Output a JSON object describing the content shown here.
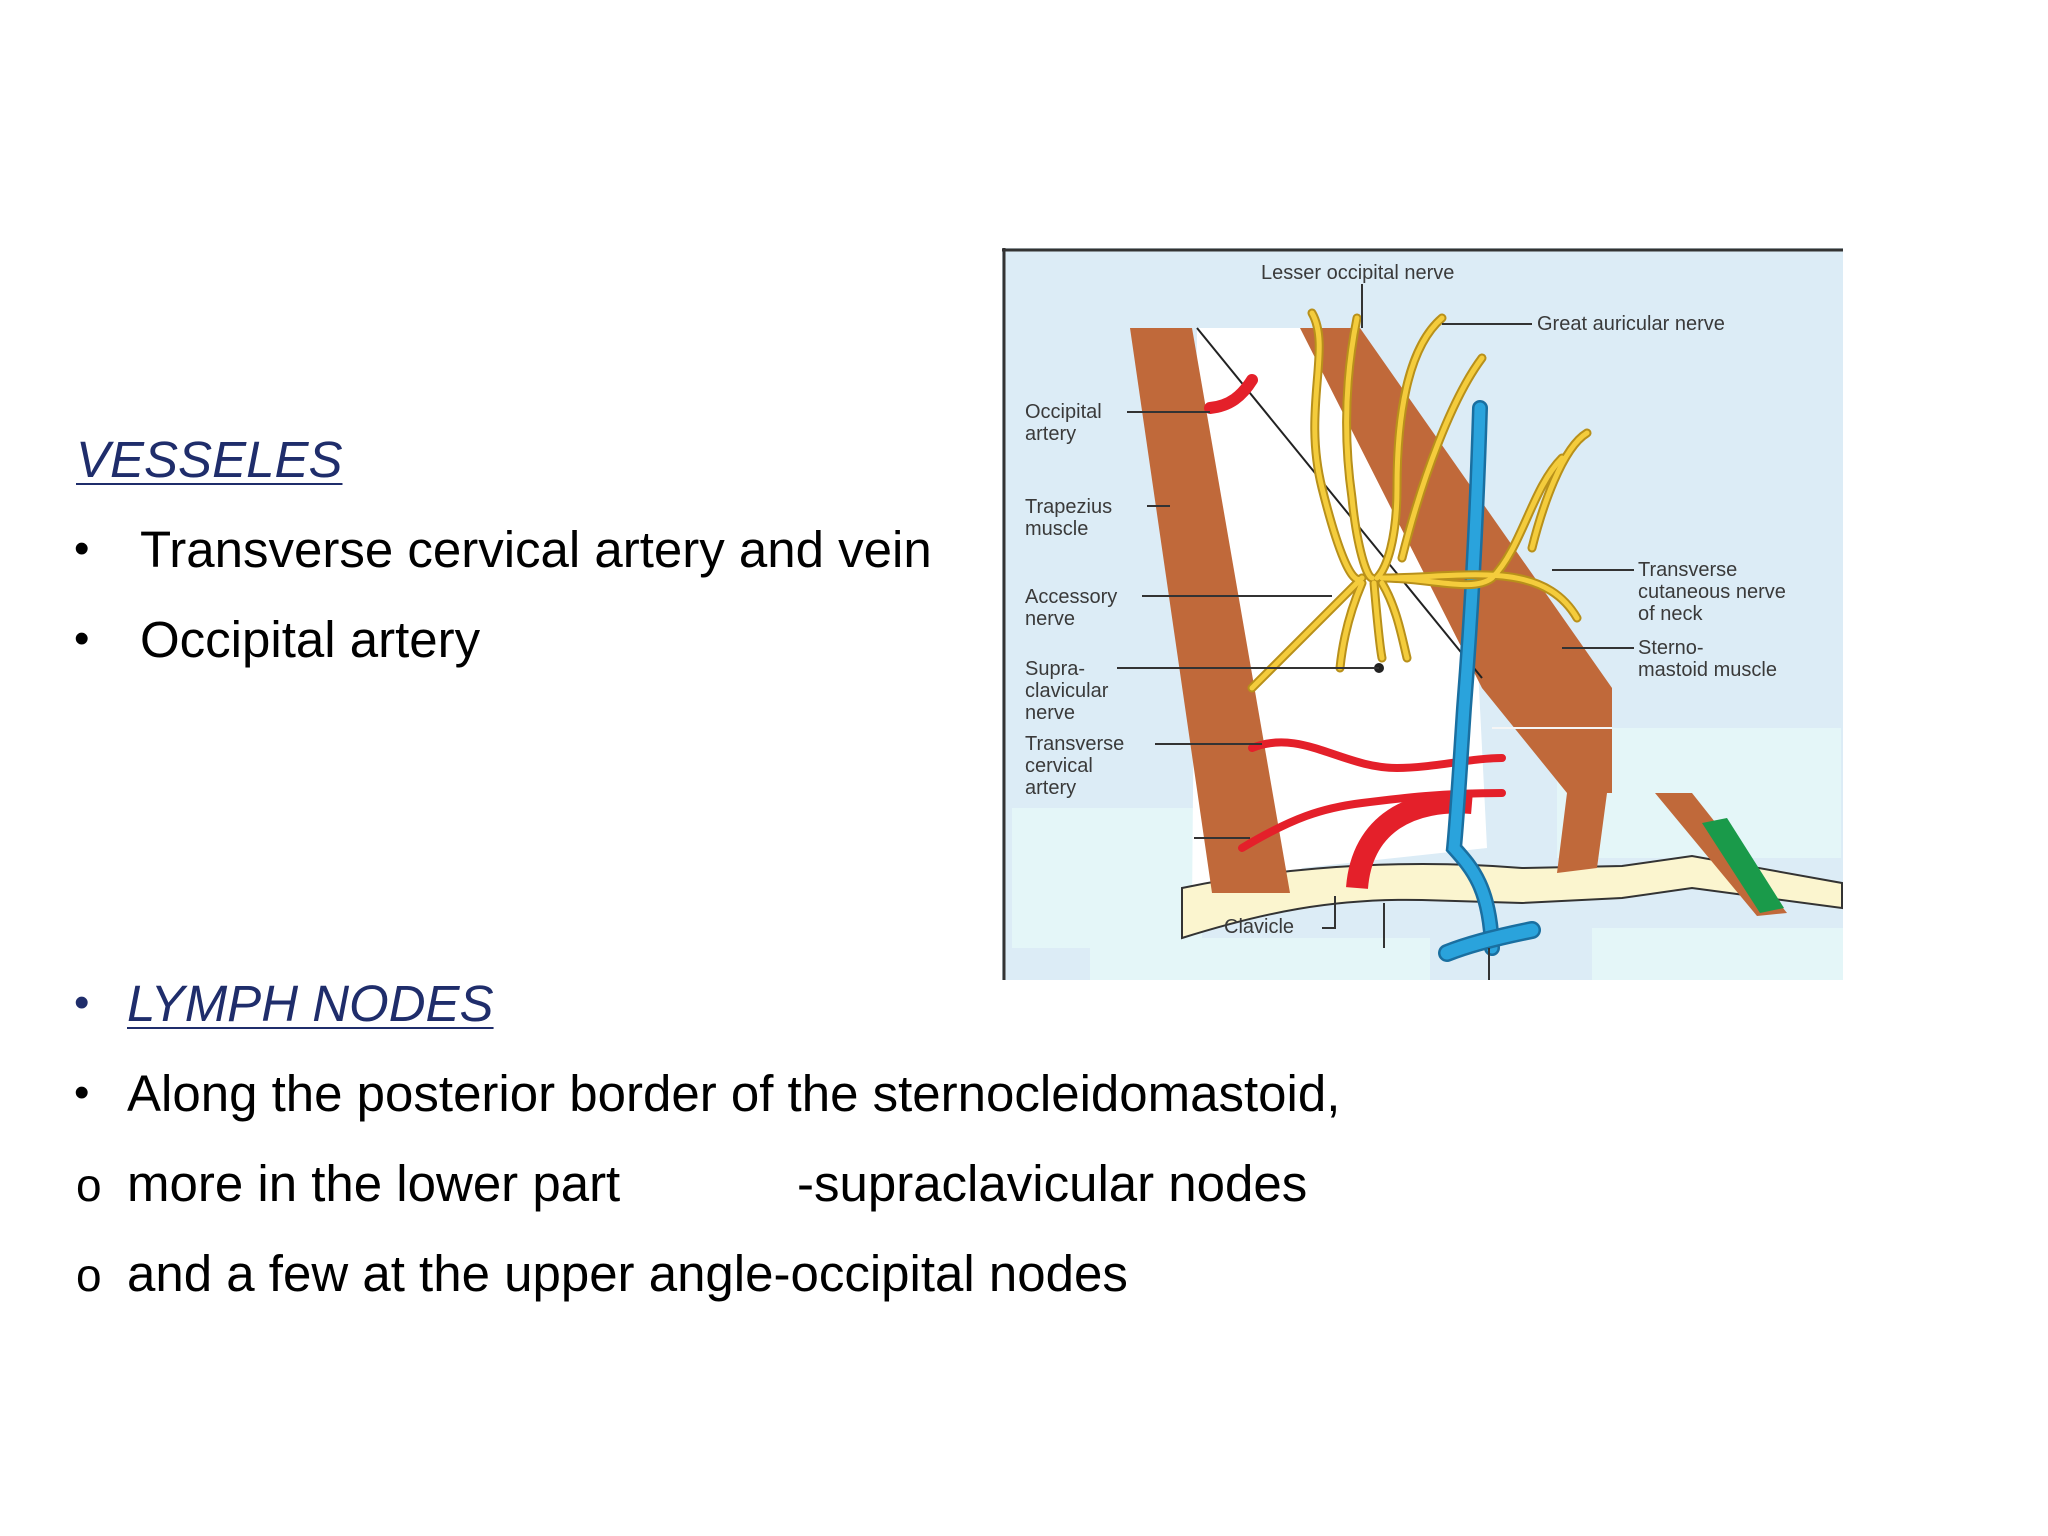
{
  "vessels": {
    "heading": "VESSELES",
    "items": [
      "Transverse cervical artery and vein",
      "Occipital artery"
    ]
  },
  "lymph": {
    "heading": "LYMPH NODES",
    "line1": "Along the posterior border of the sternocleidomastoid,",
    "line2_a": "more in the lower part",
    "line2_b": "-supraclavicular nodes",
    "line3": "and a few at the upper angle-occipital nodes"
  },
  "markers": {
    "bullet": "•",
    "circle": "o"
  },
  "diagram": {
    "labels": {
      "lesser_occipital": "Lesser occipital nerve",
      "great_auricular": "Great auricular nerve",
      "occipital_artery_1": "Occipital",
      "occipital_artery_2": "artery",
      "trapezius_1": "Trapezius",
      "trapezius_2": "muscle",
      "accessory_1": "Accessory",
      "accessory_2": "nerve",
      "supraclavicular_1": "Supra-",
      "supraclavicular_2": "clavicular",
      "supraclavicular_3": "nerve",
      "transverse_cervical_1": "Transverse",
      "transverse_cervical_2": "cervical",
      "transverse_cervical_3": "artery",
      "transverse_cutaneous_1": "Transverse",
      "transverse_cutaneous_2": "cutaneous nerve",
      "transverse_cutaneous_3": "of neck",
      "sternomastoid_1": "Sterno-",
      "sternomastoid_2": "mastoid muscle",
      "clavicle": "Clavicle"
    },
    "colors": {
      "background": "#dcecf6",
      "muscle": "#c0693a",
      "nerve": "#f4cc3c",
      "nerve_outline": "#b8901a",
      "artery": "#e4202a",
      "vein": "#2aa3dc",
      "clavicle": "#fbf5cf",
      "green_band": "#1a9a4a"
    }
  }
}
